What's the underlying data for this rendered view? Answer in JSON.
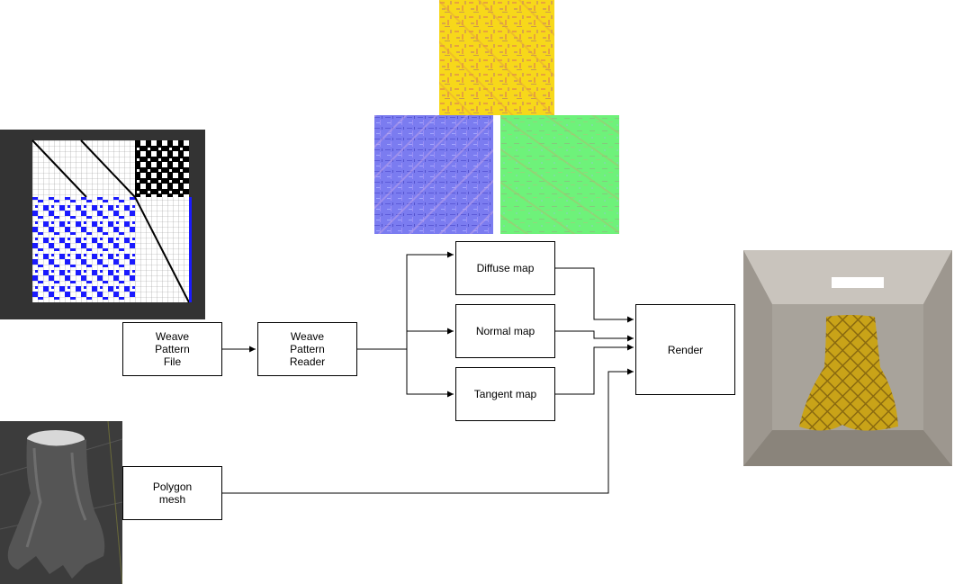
{
  "nodes": {
    "weave_pattern_file": "Weave\nPattern\nFile",
    "weave_pattern_reader": "Weave\nPattern\nReader",
    "diffuse_map": "Diffuse map",
    "normal_map": "Normal map",
    "tangent_map": "Tangent map",
    "render": "Render",
    "polygon_mesh": "Polygon\nmesh"
  },
  "colors": {
    "diffuse_texture": "#f7d81a",
    "normal_texture": "#7b7cf0",
    "tangent_texture": "#6ef27a",
    "weave_grid_background": "#333333",
    "weave_blue": "#1a1aff",
    "mesh_gray": "#4a4a4a",
    "render_room": "#a8a39b",
    "render_skirt": "#c9a318"
  },
  "images": {
    "weave_draft": "weave-draft-grid",
    "diffuse_texture": "diffuse-texture-swatch",
    "normal_texture": "normal-texture-swatch",
    "tangent_texture": "tangent-texture-swatch",
    "skirt_mesh": "grey-skirt-mesh",
    "rendered_skirt": "rendered-yellow-skirt"
  }
}
